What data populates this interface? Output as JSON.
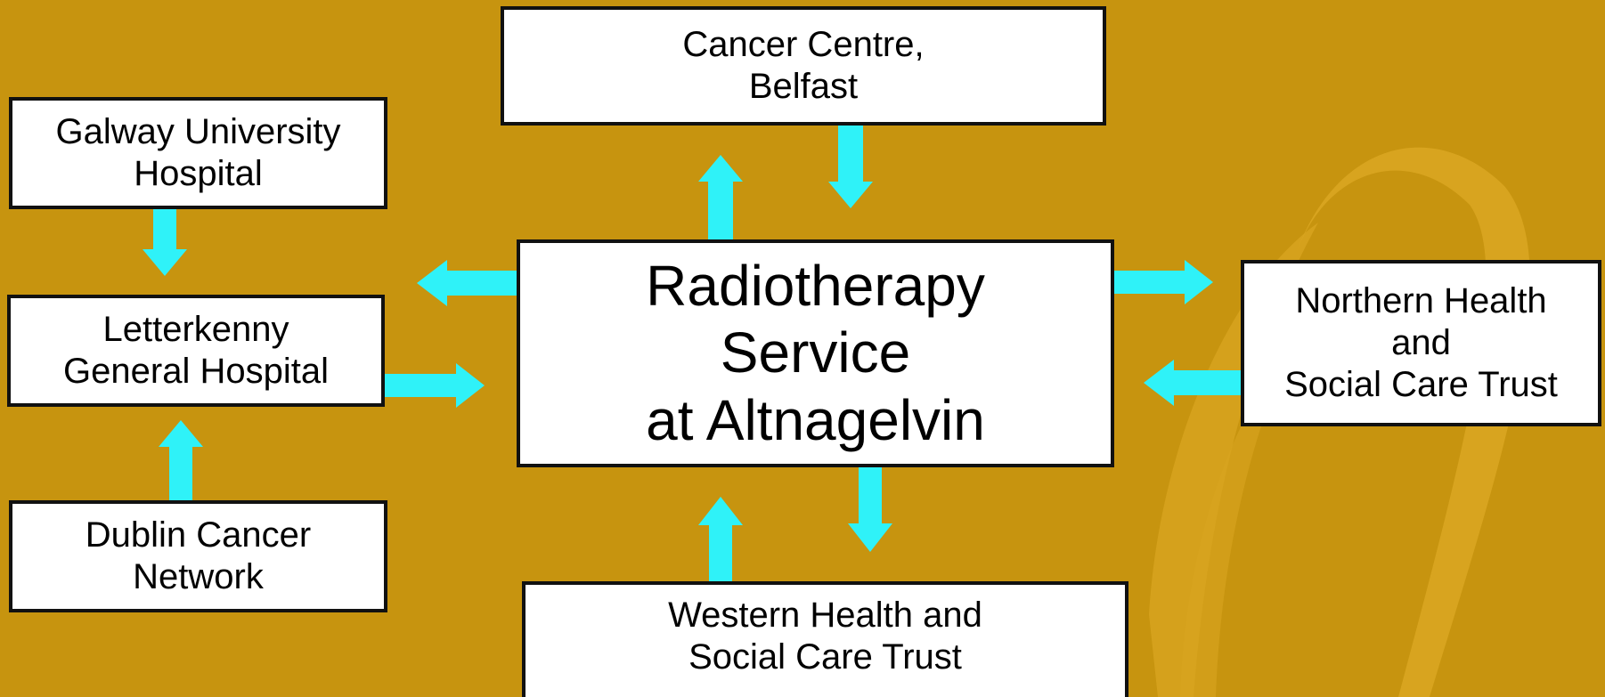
{
  "diagram": {
    "colors": {
      "background": "#c7940f",
      "decor_swoosh": "#dba722",
      "node_fill": "#ffffff",
      "node_border": "#111111",
      "arrow": "#2ff2f8"
    },
    "nodes": {
      "cancer_centre_belfast": "Cancer Centre,\nBelfast",
      "galway": "Galway University\nHospital",
      "letterkenny": "Letterkenny\nGeneral Hospital",
      "dublin": "Dublin Cancer\nNetwork",
      "radiotherapy": "Radiotherapy\nService\nat Altnagelvin",
      "northern": "Northern Health\nand\nSocial Care Trust",
      "western": "Western Health and\nSocial Care Trust"
    },
    "edges": [
      {
        "from": "radiotherapy",
        "to": "cancer_centre_belfast"
      },
      {
        "from": "cancer_centre_belfast",
        "to": "radiotherapy"
      },
      {
        "from": "galway",
        "to": "letterkenny"
      },
      {
        "from": "dublin",
        "to": "letterkenny"
      },
      {
        "from": "letterkenny",
        "to": "radiotherapy"
      },
      {
        "from": "radiotherapy",
        "to": "letterkenny"
      },
      {
        "from": "radiotherapy",
        "to": "northern"
      },
      {
        "from": "northern",
        "to": "radiotherapy"
      },
      {
        "from": "radiotherapy",
        "to": "western"
      },
      {
        "from": "western",
        "to": "radiotherapy"
      }
    ]
  }
}
